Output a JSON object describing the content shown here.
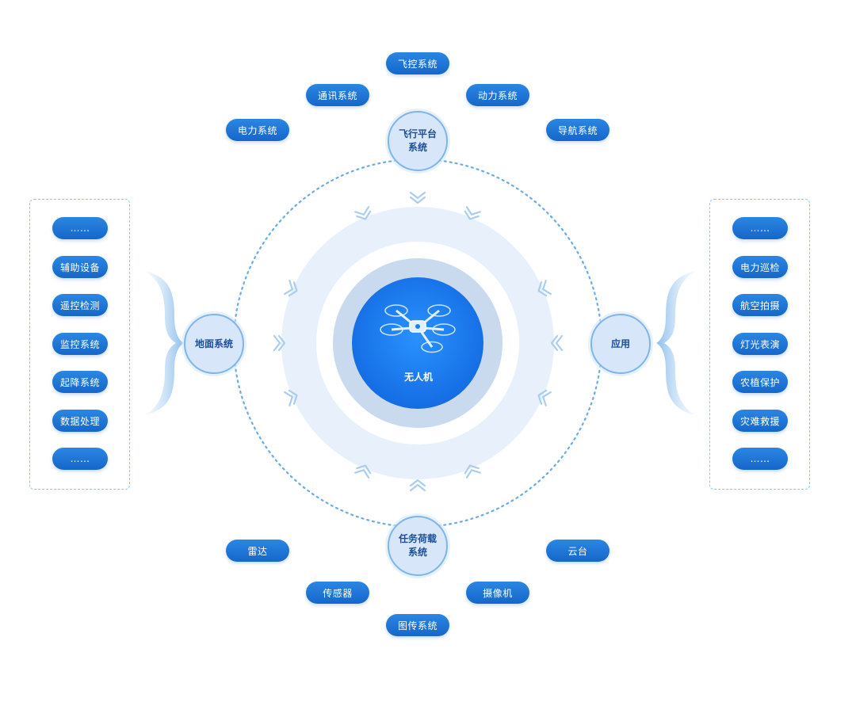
{
  "center": {
    "label": "无人机",
    "icon": "drone-icon"
  },
  "nodes": {
    "top": {
      "line1": "飞行平台",
      "line2": "系统"
    },
    "bottom": {
      "line1": "任务荷载",
      "line2": "系统"
    },
    "left": {
      "label": "地面系统"
    },
    "right": {
      "label": "应用"
    }
  },
  "top_items": [
    "飞控系统",
    "通讯系统",
    "动力系统",
    "电力系统",
    "导航系统"
  ],
  "bottom_items": [
    "雷达",
    "云台",
    "传感器",
    "摄像机",
    "图传系统"
  ],
  "left_items": [
    "……",
    "辅助设备",
    "遥控检测",
    "监控系统",
    "起降系统",
    "数据处理",
    "……"
  ],
  "right_items": [
    "……",
    "电力巡检",
    "航空拍摄",
    "灯光表演",
    "农植保护",
    "灾难救援",
    "……"
  ],
  "colors": {
    "accent": "#1b73d8",
    "pill": "#1567c9",
    "node_fill": "#d7e7f9",
    "ring_light": "#e8f1fb",
    "ring_mid": "#c9d9ee",
    "core": "#1b7ff0",
    "dashed_line": "#6aaae6"
  }
}
